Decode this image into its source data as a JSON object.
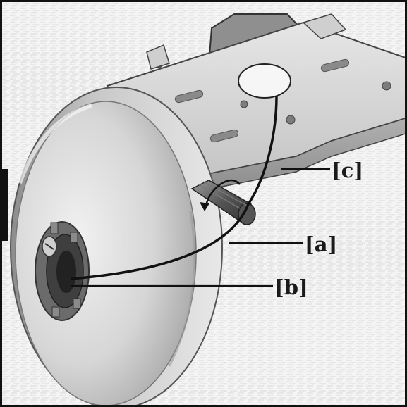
{
  "callouts": {
    "a": "[a]",
    "b": "[b]",
    "c": "[c]"
  },
  "colors": {
    "background_pattern": "#e9e9e9",
    "frame": "#111111",
    "metal_light": "#d8d8d8",
    "metal_mid": "#b5b5b5",
    "metal_dark": "#7a7a7a",
    "plate": "#9a9a9a",
    "wire": "#111111"
  }
}
